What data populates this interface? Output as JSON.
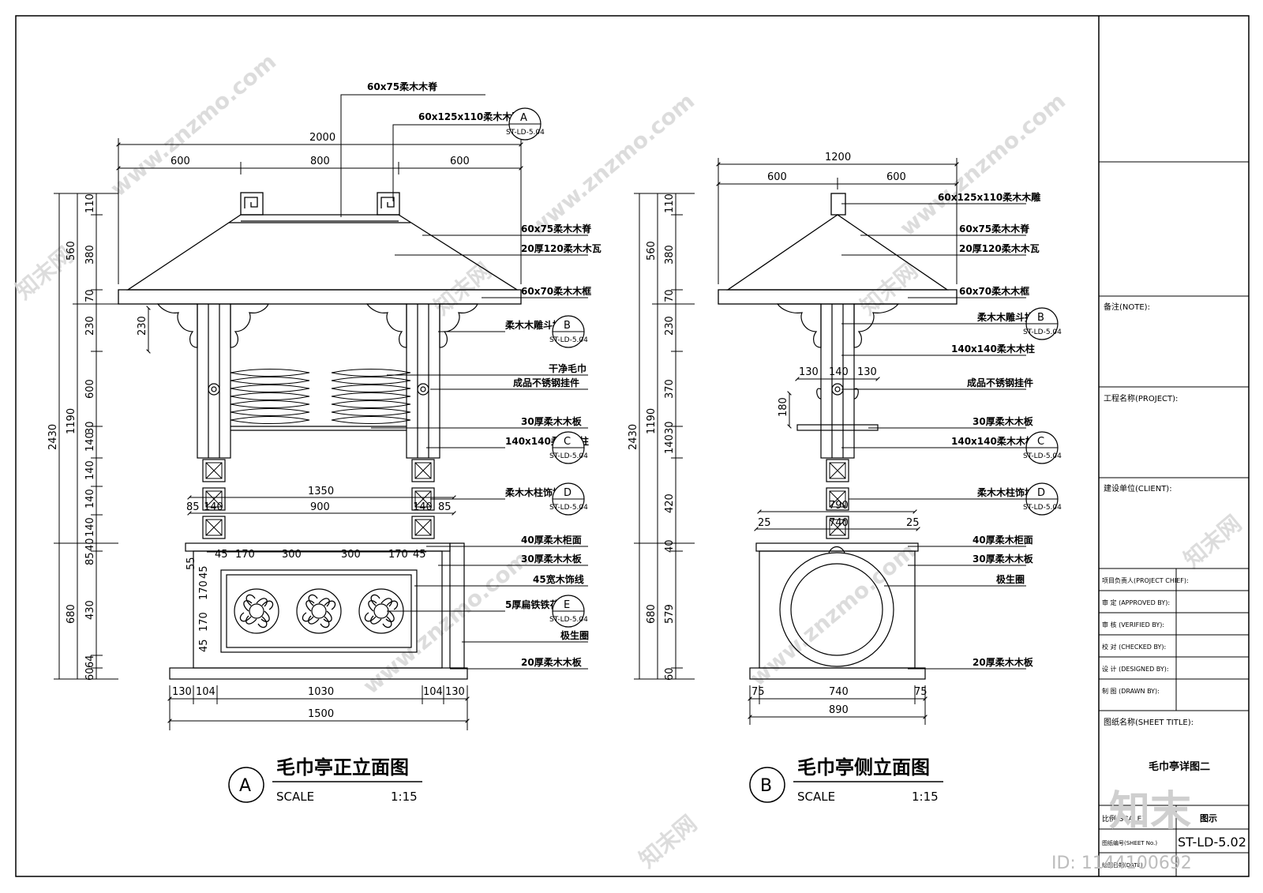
{
  "elevationA": {
    "circle": "A",
    "title": "毛巾亭正立面图",
    "scale_label": "SCALE",
    "scale_value": "1:15",
    "top_dims": {
      "overall": "2000",
      "left": "600",
      "mid": "800",
      "right": "600"
    },
    "top_notes": {
      "beam": "60x75柔木木脊",
      "carving": "60x125x110柔木木雕"
    },
    "left_dims": [
      "110",
      "380",
      "70",
      "230",
      "600",
      "30",
      "140",
      "140",
      "140",
      "140",
      "40",
      "85",
      "430",
      "64",
      "60"
    ],
    "left_totals": {
      "total": "2430",
      "upper": "1190",
      "lower": "680",
      "roof": "560"
    },
    "inner_dims": {
      "d1350": "1350",
      "d900": "900",
      "d85a": "85",
      "d140a": "140",
      "d140b": "140",
      "d85b": "85",
      "d230": "230"
    },
    "panel_dims": [
      "45",
      "170",
      "300",
      "300",
      "170",
      "45"
    ],
    "panel_v_dims": [
      "55",
      "45",
      "170",
      "170",
      "45"
    ],
    "bottom_dims": [
      "130",
      "104",
      "1030",
      "104",
      "130"
    ],
    "bottom_total": "1500",
    "callouts": [
      {
        "text": "60x75柔木木脊"
      },
      {
        "text": "20厚120柔木木瓦"
      },
      {
        "text": "60x70柔木木框"
      },
      {
        "text": "柔木木雕斗拱"
      },
      {
        "text": "干净毛巾"
      },
      {
        "text": "成品不锈钢挂件"
      },
      {
        "text": "30厚柔木木板"
      },
      {
        "text": "140x140柔木木柱"
      },
      {
        "text": "柔木木柱饰块"
      },
      {
        "text": "40厚柔木柜面"
      },
      {
        "text": "30厚柔木木板"
      },
      {
        "text": "45宽木饰线"
      },
      {
        "text": "5厚扁铁铁花"
      },
      {
        "text": "极生圈"
      },
      {
        "text": "20厚柔木木板"
      }
    ],
    "refs": [
      {
        "letter": "A",
        "sheet": "ST-LD-5.04"
      },
      {
        "letter": "B",
        "sheet": "ST-LD-5.04"
      },
      {
        "letter": "C",
        "sheet": "ST-LD-5.04"
      },
      {
        "letter": "D",
        "sheet": "ST-LD-5.04"
      },
      {
        "letter": "E",
        "sheet": "ST-LD-5.04"
      }
    ]
  },
  "elevationB": {
    "circle": "B",
    "title": "毛巾亭侧立面图",
    "scale_label": "SCALE",
    "scale_value": "1:15",
    "top_dims": {
      "overall": "1200",
      "left": "600",
      "right": "600"
    },
    "left_dims": [
      "110",
      "380",
      "70",
      "230",
      "370",
      "30",
      "140",
      "420",
      "40",
      "579",
      "60"
    ],
    "left_totals": {
      "total": "2430",
      "upper": "1190",
      "lower": "680",
      "roof": "560"
    },
    "inner_dims": {
      "d130a": "130",
      "d140": "140",
      "d130b": "130",
      "d180": "180",
      "d790": "790",
      "d740": "740",
      "d25a": "25",
      "d25b": "25"
    },
    "bottom_dims": [
      "75",
      "740",
      "75"
    ],
    "bottom_total": "890",
    "callouts": [
      {
        "text": "60x125x110柔木木雕"
      },
      {
        "text": "60x75柔木木脊"
      },
      {
        "text": "20厚120柔木木瓦"
      },
      {
        "text": "60x70柔木木框"
      },
      {
        "text": "柔木木雕斗拱"
      },
      {
        "text": "140x140柔木木柱"
      },
      {
        "text": "成品不锈钢挂件"
      },
      {
        "text": "30厚柔木木板"
      },
      {
        "text": "140x140柔木木柱"
      },
      {
        "text": "柔木木柱饰块"
      },
      {
        "text": "40厚柔木柜面"
      },
      {
        "text": "30厚柔木木板"
      },
      {
        "text": "极生圈"
      },
      {
        "text": "20厚柔木木板"
      }
    ],
    "refs": [
      {
        "letter": "B",
        "sheet": "ST-LD-5.04"
      },
      {
        "letter": "C",
        "sheet": "ST-LD-5.04"
      },
      {
        "letter": "D",
        "sheet": "ST-LD-5.04"
      }
    ]
  },
  "title_block": {
    "note": "备注(NOTE):",
    "project": "工程名称(PROJECT):",
    "client": "建设单位(CLIENT):",
    "rows": [
      "项目负责人(PROJECT CHIEF):",
      "审 定 (APPROVED BY):",
      "审 核 (VERIFIED BY):",
      "校 对 (CHECKED BY):",
      "设 计 (DESIGNED BY):",
      "制 图 (DRAWN BY):"
    ],
    "sheet_title_label": "图纸名称(SHEET TITLE):",
    "sheet_title": "毛巾亭详图二",
    "scale_label": "比例(SCALE)",
    "scale_value": "图示",
    "sheet_no_label": "图纸编号(SHEET No.)",
    "sheet_no": "ST-LD-5.02",
    "date_label": "绘图日期(DATE)"
  },
  "watermark": {
    "site": "www.znzmo.com",
    "brand": "知末网",
    "logo": "知末",
    "id": "ID: 1144100692"
  }
}
